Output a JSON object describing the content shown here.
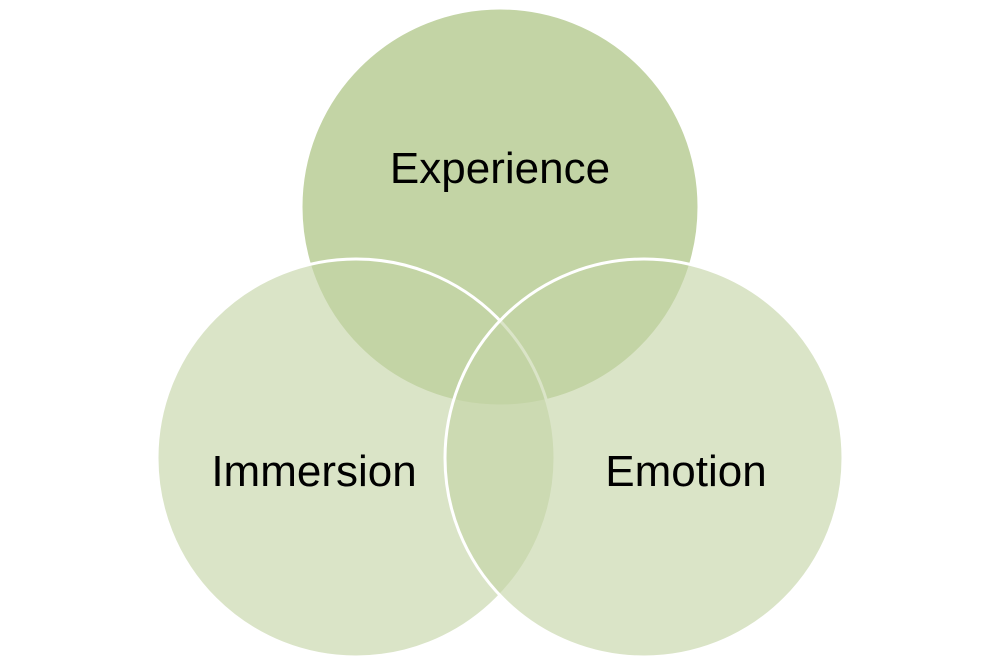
{
  "diagram": {
    "type": "venn",
    "colors": {
      "background": "#ffffff",
      "top_circle_fill": "#c3d4a5",
      "lower_circle_fill": "#d7e2c3",
      "outline": "#ffffff",
      "text": "#000000"
    },
    "sets": [
      {
        "id": "experience",
        "label": "Experience"
      },
      {
        "id": "immersion",
        "label": "Immersion"
      },
      {
        "id": "emotion",
        "label": "Emotion"
      }
    ]
  }
}
